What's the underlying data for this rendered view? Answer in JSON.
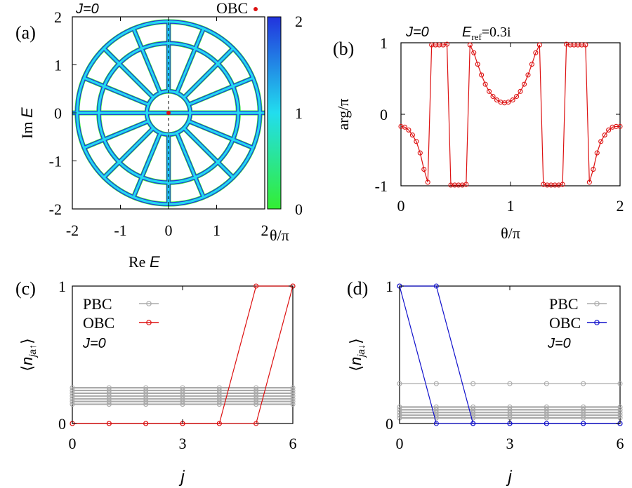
{
  "colors": {
    "obc_red": "#dd1111",
    "obc_blue": "#1111cc",
    "pbc_gray": "#aaaaaa",
    "cmap_low": "#33ee33",
    "cmap_mid": "#22ddee",
    "cmap_high": "#2233dd"
  },
  "chart_data": [
    {
      "panel": "(a)",
      "type": "heatmap",
      "annotation_J": "J=0",
      "obc_label": "OBC",
      "obc_point": {
        "x": 0,
        "y": 0
      },
      "xlabel_pre": "Re ",
      "xlabel_var": "E",
      "ylabel_pre": "Im ",
      "ylabel_var": "E",
      "xlim": [
        -2,
        2
      ],
      "ylim": [
        -2,
        2
      ],
      "xticks": [
        "-2",
        "-1",
        "0",
        "1",
        "2"
      ],
      "yticks": [
        "2",
        "1",
        "0",
        "-1",
        "-2"
      ],
      "colorbar": {
        "label": "θ/π",
        "range": [
          0,
          2
        ],
        "ticks": [
          "2",
          "1",
          "0"
        ]
      },
      "circles_radius": [
        0.45,
        1.45,
        1.9
      ],
      "spokes_count": 16,
      "spoke_range": [
        0.45,
        1.9
      ],
      "dashed_vertical_x": 0
    },
    {
      "panel": "(b)",
      "type": "line",
      "annotation_J": "J=0",
      "eref_label": "E",
      "eref_sub": "ref",
      "eref_value": "=0.3i",
      "xlabel": "θ/π",
      "ylabel": "arg/π",
      "xlim": [
        0,
        2
      ],
      "ylim": [
        -1,
        1
      ],
      "xticks": [
        "0",
        "1",
        "2"
      ],
      "yticks": [
        "1",
        "0",
        "-1"
      ],
      "series": [
        {
          "x": [
            0,
            0.035,
            0.07,
            0.105,
            0.14,
            0.175,
            0.21,
            0.245,
            0.28,
            0.315,
            0.35,
            0.385,
            0.42,
            0.455,
            0.49,
            0.525,
            0.56,
            0.595,
            0.63,
            0.665,
            0.7,
            0.735,
            0.77,
            0.805,
            0.84,
            0.875,
            0.91,
            0.945,
            0.98,
            1.02,
            1.055,
            1.09,
            1.125,
            1.16,
            1.195,
            1.23,
            1.265,
            1.3,
            1.335,
            1.37,
            1.405,
            1.44,
            1.475,
            1.51,
            1.545,
            1.58,
            1.615,
            1.65,
            1.685,
            1.72,
            1.755,
            1.79,
            1.825,
            1.86,
            1.895,
            1.93,
            1.965,
            2.0
          ],
          "y": [
            -0.17,
            -0.18,
            -0.22,
            -0.29,
            -0.38,
            -0.54,
            -0.77,
            -0.95,
            0.97,
            0.97,
            0.97,
            0.97,
            0.98,
            -0.99,
            -0.99,
            -0.99,
            -0.99,
            -0.98,
            0.97,
            0.86,
            0.7,
            0.55,
            0.42,
            0.32,
            0.25,
            0.2,
            0.17,
            0.16,
            0.17,
            0.2,
            0.25,
            0.32,
            0.42,
            0.55,
            0.7,
            0.86,
            0.97,
            -0.98,
            -0.99,
            -0.99,
            -0.99,
            -0.99,
            -0.98,
            0.98,
            0.97,
            0.97,
            0.97,
            0.97,
            0.97,
            -0.95,
            -0.77,
            -0.54,
            -0.38,
            -0.29,
            -0.22,
            -0.18,
            -0.17,
            -0.17
          ]
        }
      ]
    },
    {
      "panel": "(c)",
      "type": "line",
      "ylabel": "⟨n_{ja↑}⟩",
      "ylabel_main": "n",
      "ylabel_sub": "ja↑",
      "xlabel": "j",
      "xlim": [
        0,
        6
      ],
      "ylim": [
        0,
        1
      ],
      "xticks": [
        "0",
        "3",
        "6"
      ],
      "yticks": [
        "1",
        "0"
      ],
      "legend": {
        "pbc": "PBC",
        "obc": "OBC",
        "J": "J=0"
      },
      "x": [
        0,
        1,
        2,
        3,
        4,
        5,
        6
      ],
      "pbc_values": [
        0.14,
        0.16,
        0.18,
        0.2,
        0.22,
        0.24,
        0.26
      ],
      "obc_series": [
        {
          "values": [
            0,
            0,
            0,
            0,
            0,
            1,
            1
          ]
        },
        {
          "values": [
            0,
            0,
            0,
            0,
            0,
            0,
            1
          ]
        }
      ]
    },
    {
      "panel": "(d)",
      "type": "line",
      "ylabel": "⟨n_{ja↓}⟩",
      "ylabel_main": "n",
      "ylabel_sub": "ja↓",
      "xlabel": "j",
      "xlim": [
        0,
        6
      ],
      "ylim": [
        0,
        1
      ],
      "xticks": [
        "0",
        "3",
        "6"
      ],
      "yticks": [
        "1",
        "0"
      ],
      "legend": {
        "pbc": "PBC",
        "obc": "OBC",
        "J": "J=0"
      },
      "x": [
        0,
        1,
        2,
        3,
        4,
        5,
        6
      ],
      "pbc_top": 0.29,
      "pbc_values": [
        0.04,
        0.06,
        0.08,
        0.1,
        0.12
      ],
      "obc_series": [
        {
          "values": [
            1,
            1,
            0,
            0,
            0,
            0,
            0
          ]
        },
        {
          "values": [
            1,
            0,
            0,
            0,
            0,
            0,
            0
          ]
        }
      ]
    }
  ]
}
